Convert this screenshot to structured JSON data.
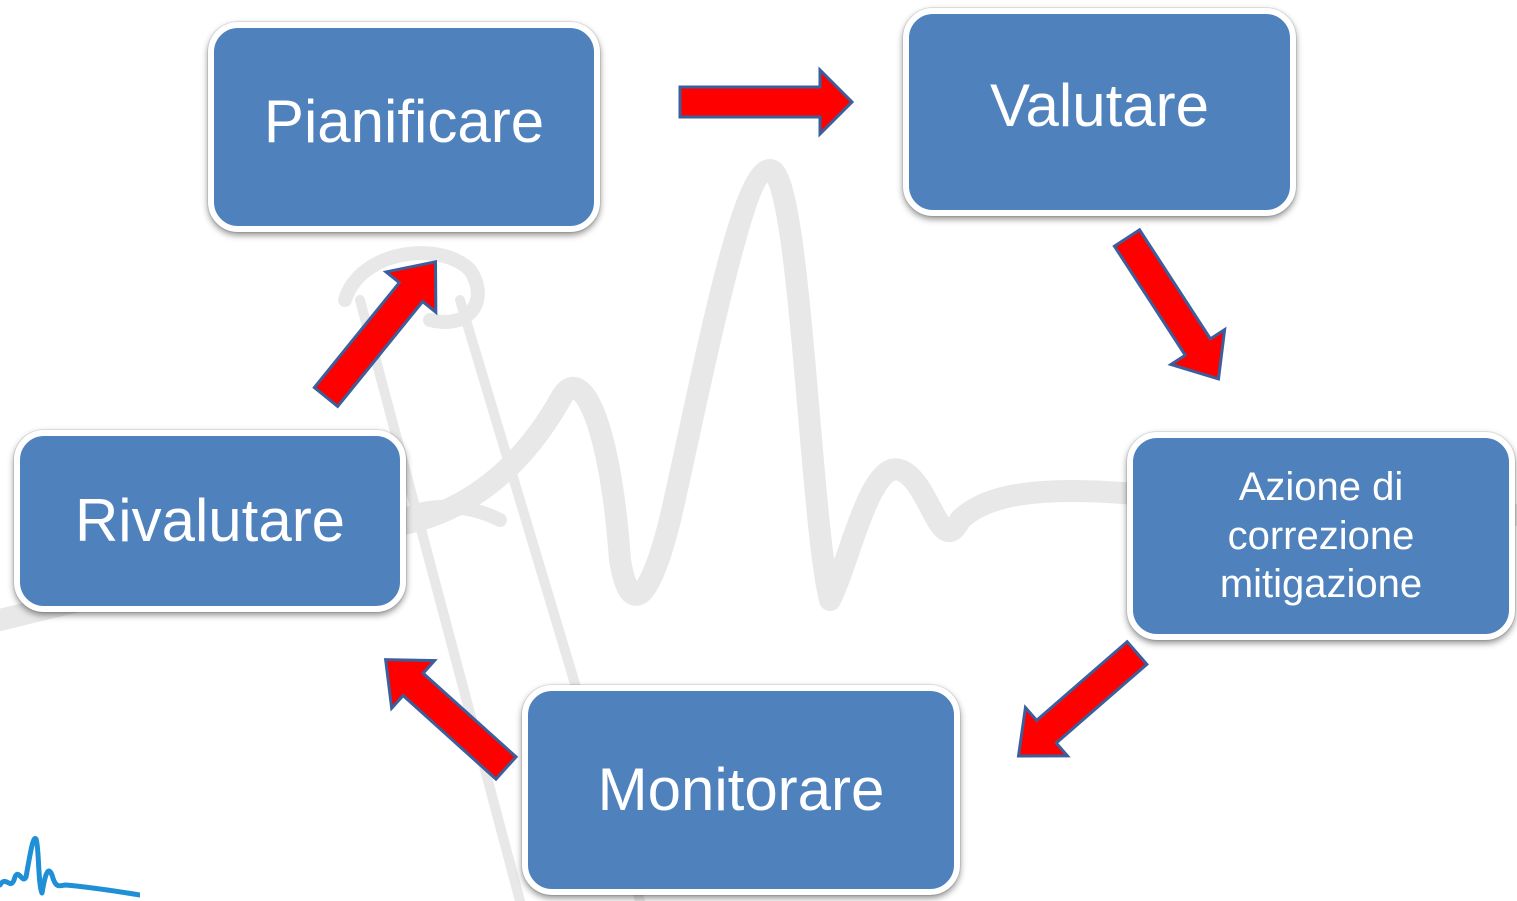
{
  "diagram": {
    "steps": [
      {
        "id": "plan",
        "label": "Pianificare"
      },
      {
        "id": "eval",
        "label": "Valutare"
      },
      {
        "id": "action",
        "label": "Azione di\ncorrezione\nmitigazione"
      },
      {
        "id": "monitor",
        "label": "Monitorare"
      },
      {
        "id": "reval",
        "label": "Rivalutare"
      }
    ],
    "colors": {
      "box_fill": "#4f81bd",
      "box_text": "#ffffff",
      "arrow_fill": "#ff0000",
      "arrow_stroke": "#3b5f9c",
      "watermark": "#e6e6e6",
      "logo": "#1f8fd6"
    }
  }
}
